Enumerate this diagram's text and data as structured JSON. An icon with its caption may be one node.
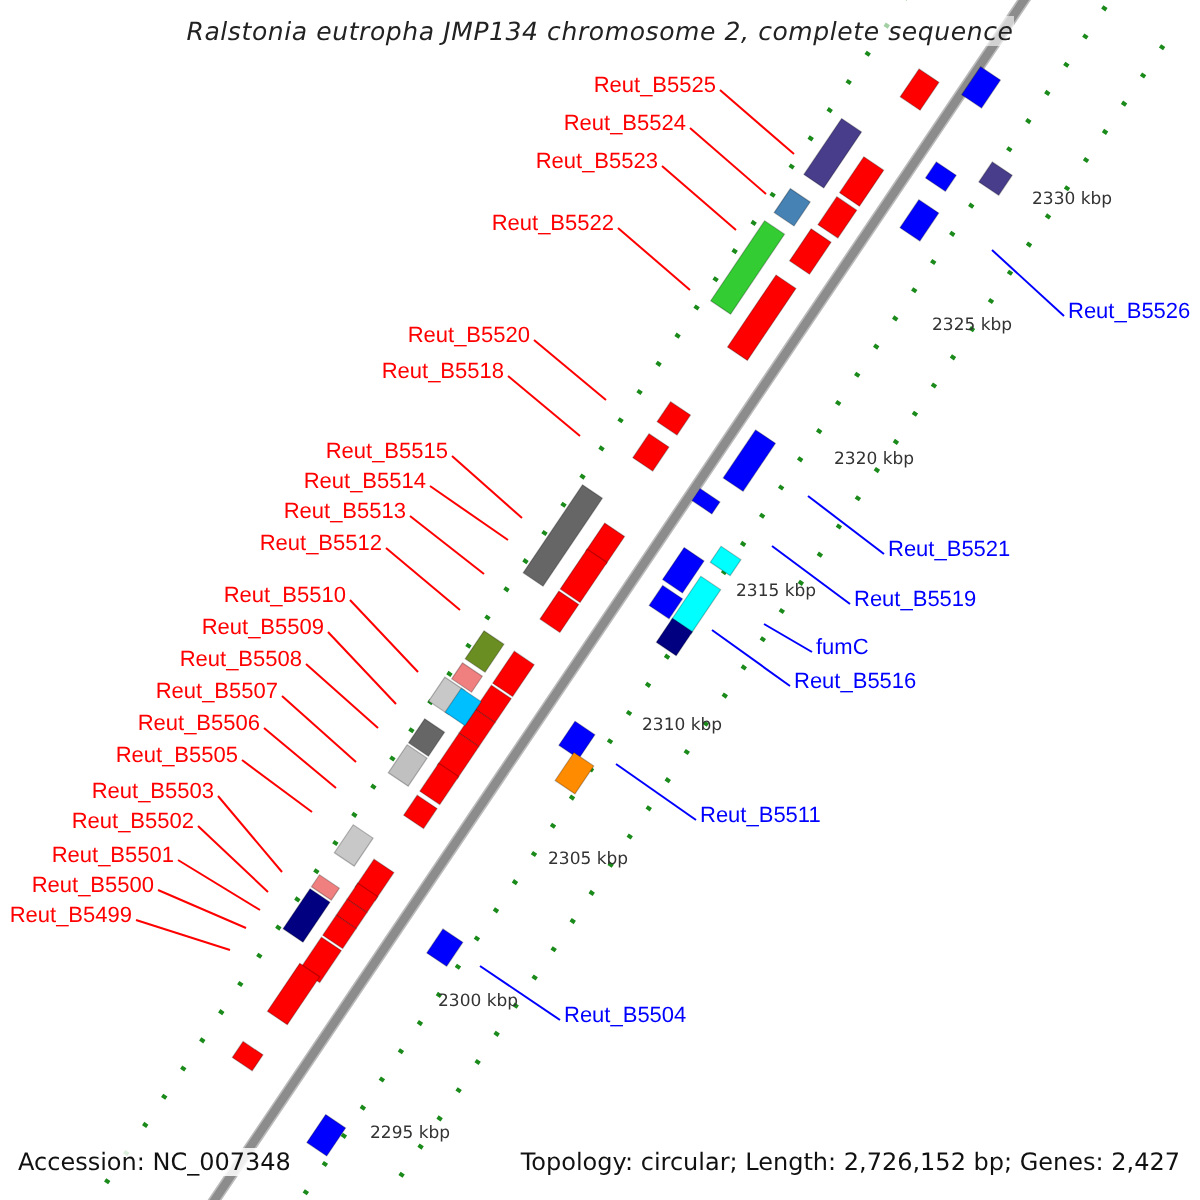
{
  "diagram": {
    "title": "Ralstonia eutropha JMP134 chromosome 2, complete sequence",
    "nodes": [
      {
        "text": [
          "Reut_B5525"
        ]
      },
      {
        "text": [
          "Reut_B5524"
        ]
      },
      {
        "text": [
          "Reut_B5523"
        ]
      },
      {
        "text": [
          "Reut_B5522"
        ]
      },
      {
        "text": [
          "Reut_B5526"
        ]
      },
      {
        "text": [
          "Reut_B5520"
        ]
      },
      {
        "text": [
          "Reut_B5518"
        ]
      },
      {
        "text": [
          "Reut_B5515"
        ]
      },
      {
        "text": [
          "Reut_B5514"
        ]
      },
      {
        "text": [
          "Reut_B5513"
        ]
      },
      {
        "text": [
          "Reut_B5521"
        ]
      },
      {
        "text": [
          "Reut_B5512"
        ]
      },
      {
        "text": [
          "Reut_B5519"
        ]
      },
      {
        "text": [
          "Reut_B5510"
        ]
      },
      {
        "text": [
          "Reut_B5509"
        ]
      },
      {
        "text": [
          "fumC"
        ]
      },
      {
        "text": [
          "Reut_B5508"
        ]
      },
      {
        "text": [
          "Reut_B5516"
        ]
      },
      {
        "text": [
          "Reut_B5507"
        ]
      },
      {
        "text": [
          "Reut_B5506"
        ]
      },
      {
        "text": [
          "Reut_B5505"
        ]
      },
      {
        "text": [
          "Reut_B5503"
        ]
      },
      {
        "text": [
          "Reut_B5511"
        ]
      },
      {
        "text": [
          "Reut_B5502"
        ]
      },
      {
        "text": [
          "Reut_B5501"
        ]
      },
      {
        "text": [
          "Reut_B5500"
        ]
      },
      {
        "text": [
          "Reut_B5499"
        ]
      },
      {
        "text": [
          "Reut_B5504"
        ]
      }
    ],
    "edges": [
      {
        "from": 0,
        "to": null,
        "arrow": "none"
      },
      {
        "from": 1,
        "to": null,
        "arrow": "none"
      },
      {
        "from": 2,
        "to": null,
        "arrow": "none"
      },
      {
        "from": 3,
        "to": null,
        "arrow": "none"
      },
      {
        "from": 4,
        "to": null,
        "arrow": "none",
        "color": "#0000ff"
      },
      {
        "from": 5,
        "to": null,
        "arrow": "none"
      },
      {
        "from": 6,
        "to": null,
        "arrow": "none"
      },
      {
        "from": 7,
        "to": null,
        "arrow": "none"
      },
      {
        "from": 8,
        "to": null,
        "arrow": "none"
      },
      {
        "from": 9,
        "to": null,
        "arrow": "none"
      },
      {
        "from": 10,
        "to": null,
        "arrow": "none",
        "color": "#0000ff"
      },
      {
        "from": 11,
        "to": null,
        "arrow": "none"
      },
      {
        "from": 12,
        "to": null,
        "arrow": "none",
        "color": "#0000ff"
      },
      {
        "from": 13,
        "to": null,
        "arrow": "none"
      },
      {
        "from": 14,
        "to": null,
        "arrow": "none"
      },
      {
        "from": 15,
        "to": null,
        "arrow": "none",
        "color": "#0000ff"
      },
      {
        "from": 16,
        "to": null,
        "arrow": "none"
      },
      {
        "from": 17,
        "to": null,
        "arrow": "none",
        "color": "#0000ff"
      },
      {
        "from": 18,
        "to": null,
        "arrow": "none"
      },
      {
        "from": 19,
        "to": null,
        "arrow": "none"
      },
      {
        "from": 20,
        "to": null,
        "arrow": "none"
      },
      {
        "from": 21,
        "to": null,
        "arrow": "none"
      },
      {
        "from": 22,
        "to": null,
        "arrow": "none",
        "color": "#0000ff"
      },
      {
        "from": 23,
        "to": null,
        "arrow": "none"
      },
      {
        "from": 24,
        "to": null,
        "arrow": "none"
      },
      {
        "from": 25,
        "to": null,
        "arrow": "none"
      },
      {
        "from": 26,
        "to": null,
        "arrow": "none"
      },
      {
        "from": 27,
        "to": null,
        "arrow": "none",
        "color": "#0000ff"
      }
    ],
    "labels": [
      "2330 kbp",
      "2325 kbp",
      "2320 kbp",
      "2315 kbp",
      "2310 kbp",
      "2305 kbp",
      "2300 kbp",
      "2295 kbp",
      "Accession: NC_007348",
      "Topology: circular; Length: 2,726,152 bp; Genes: 2,427"
    ]
  }
}
